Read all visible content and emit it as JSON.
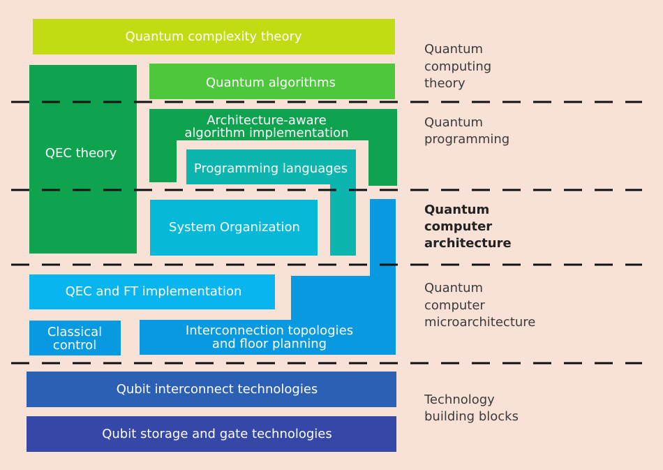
{
  "colors": {
    "background": "#f8e1d6",
    "lime": "#c2dc14",
    "light_green": "#4dc73c",
    "green": "#0fa24f",
    "teal": "#0cb5ad",
    "cyan": "#08b8d8",
    "sky_blue": "#09b5ee",
    "blue": "#0899e0",
    "royal_blue": "#2b60b4",
    "indigo": "#3548a8",
    "dash": "#111111"
  },
  "blocks": {
    "quantum_complexity_theory": "Quantum complexity theory",
    "quantum_algorithms": "Quantum algorithms",
    "qec_theory": "QEC theory",
    "architecture_aware": [
      "Architecture-aware",
      "algorithm implementation"
    ],
    "programming_languages": "Programming languages",
    "system_organization": "System Organization",
    "qec_ft_implementation": "QEC and FT implementation",
    "classical_control": [
      "Classical",
      "control"
    ],
    "interconnection_topologies": [
      "Interconnection topologies",
      "and floor planning"
    ],
    "qubit_interconnect": "Qubit interconnect technologies",
    "qubit_storage": "Qubit storage and gate technologies"
  },
  "layers": {
    "theory": [
      "Quantum",
      "computing",
      "theory"
    ],
    "programming": [
      "Quantum",
      "programming"
    ],
    "architecture": [
      "Quantum",
      "computer",
      "architecture"
    ],
    "microarchitecture": [
      "Quantum",
      "computer",
      "microarchitecture"
    ],
    "technology": [
      "Technology",
      "building blocks"
    ]
  }
}
